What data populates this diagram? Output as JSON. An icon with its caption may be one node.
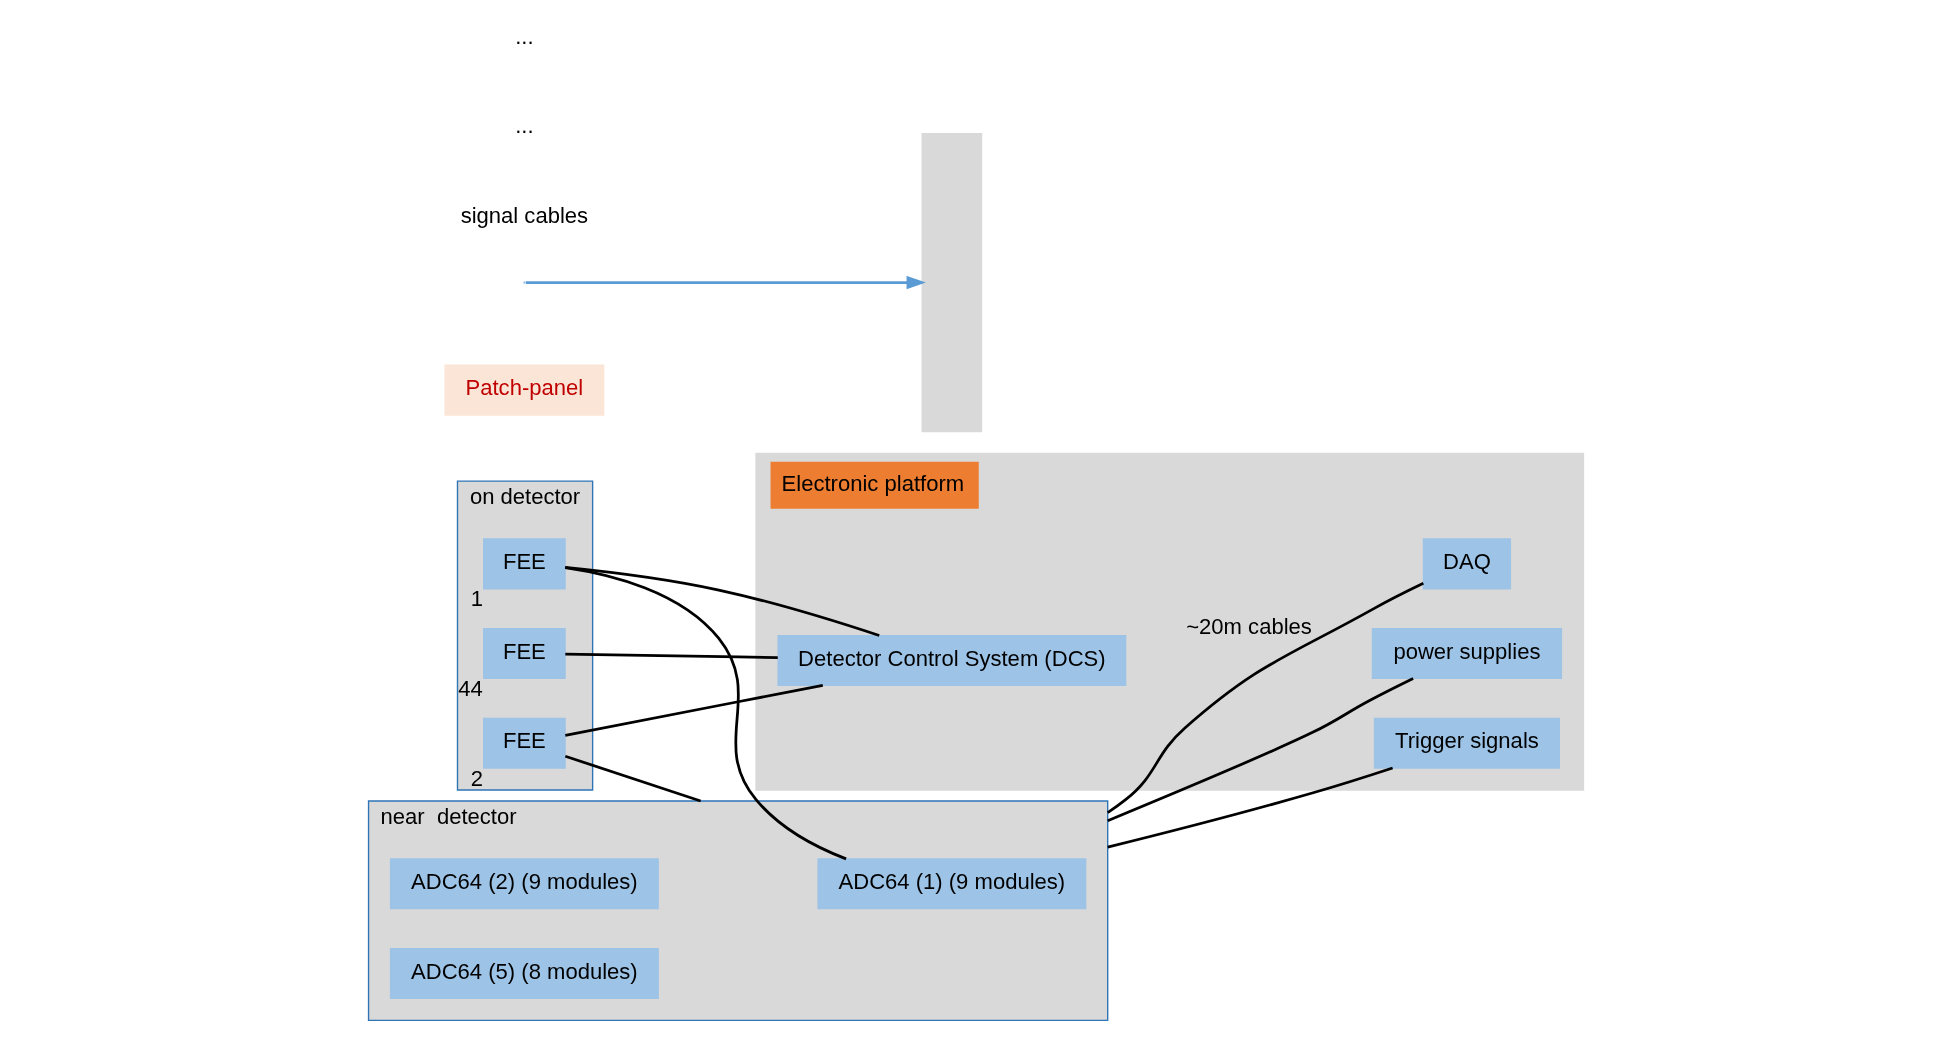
{
  "diagram": {
    "nodes": [
      {
        "text": [
          "on detector"
        ]
      },
      {
        "text": [
          "FEE"
        ],
        "in": 0,
        "beside": [
          "1"
        ]
      },
      {
        "text": [
          "FEE"
        ],
        "in": 0,
        "beside": [
          "2"
        ]
      },
      {
        "text": [
          "FEE"
        ],
        "in": 0,
        "beside": [
          "44"
        ]
      },
      {
        "text": [
          "near  detector"
        ]
      },
      {
        "text": [
          "ADC64 (1) (9 modules)"
        ],
        "in": 4
      },
      {
        "text": [
          "ADC64 (2) (9 modules)"
        ],
        "in": 4
      },
      {
        "text": [
          "ADC64 (5) (8 modules)"
        ],
        "in": 4
      },
      {
        "text": [
          "Patch-panel"
        ]
      },
      {
        "text": [],
        "shape": "bar"
      },
      {
        "text": [
          "Electronic platform"
        ]
      },
      {
        "text": [
          "DAQ"
        ],
        "in": 10
      },
      {
        "text": [
          "power supplies"
        ],
        "in": 10
      },
      {
        "text": [
          "Trigger signals"
        ],
        "in": 10
      },
      {
        "text": [
          "Detector Control System (DCS)"
        ],
        "in": 10
      }
    ],
    "edges": [
      {
        "from": 1,
        "to": 5,
        "arrow": "none"
      },
      {
        "from": 2,
        "to": 4,
        "arrow": "none"
      },
      {
        "from": 4,
        "to": 11,
        "arrow": "none",
        "label": "~20m cables"
      },
      {
        "from": 4,
        "to": 12,
        "arrow": "none"
      },
      {
        "from": 4,
        "to": 13,
        "arrow": "none"
      },
      {
        "from": 1,
        "to": 14,
        "arrow": "none"
      },
      {
        "from": 2,
        "to": 14,
        "arrow": "none"
      },
      {
        "from": 3,
        "to": 14,
        "arrow": "none"
      },
      {
        "from": null,
        "to": 9,
        "arrow": "to",
        "color": "#5b9bd5"
      }
    ],
    "labels": [
      "signal cables",
      "...",
      "..."
    ]
  }
}
